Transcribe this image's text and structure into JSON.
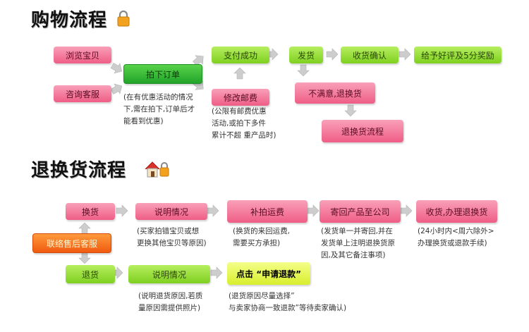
{
  "shopping": {
    "title": "购物流程",
    "browse": "浏览宝贝",
    "consult": "咨询客服",
    "order": "拍下订单",
    "order_note": [
      "(在有优惠活动的情况",
      "下,需在拍下,订单后才",
      "能看到优惠)"
    ],
    "pay_success": "支付成功",
    "modify_postage": "修改邮费",
    "postage_note": [
      "(公限有邮费优惠",
      "活动,或拍下多件",
      "累计不超 重产品时)"
    ],
    "ship": "发货",
    "confirm": "收货确认",
    "review": "给予好评及5分奖励",
    "unsatisfied": "不满意,退换货",
    "return_flow": "退换货流程"
  },
  "returns": {
    "title": "退换货流程",
    "service": "联络售后客服",
    "exchange": "换货",
    "exchange_desc": "说明情况",
    "exchange_desc_note": [
      "(买家拍错宝贝或想",
      "更换其他宝贝等原因)"
    ],
    "repay_shipping": "补拍运费",
    "repay_note": [
      "(换货的来回运费,",
      "需要买方承担)"
    ],
    "send_back": "寄回产品至公司",
    "send_back_note": [
      "(发货单一并寄回,并在",
      "发货单上注明退换货原",
      "因,及其它备注事项)"
    ],
    "receive": "收货,办理退换货",
    "receive_note": [
      "(24小时内<周六除外>",
      "办理换货或退款手续)"
    ],
    "refund": "退货",
    "refund_desc": "说明情况",
    "refund_desc_note": [
      "(说明退货原因,若质",
      "量原因需提供照片)"
    ],
    "apply": "点击 “申请退款”",
    "apply_note": [
      "(退货原因尽量选择”",
      "与卖家协商一致退款”等待卖家确认)"
    ]
  },
  "colors": {
    "pink": "#ef5d86",
    "green": "#7fd020",
    "dark_green": "#23a52a",
    "orange": "#f05a10",
    "yellow": "#d8ee2c",
    "arrow": "#c8c8c8"
  },
  "icons": [
    "lock-icon",
    "house-icon",
    "arrow-right-icon",
    "arrow-down-icon",
    "arrow-up-icon"
  ]
}
